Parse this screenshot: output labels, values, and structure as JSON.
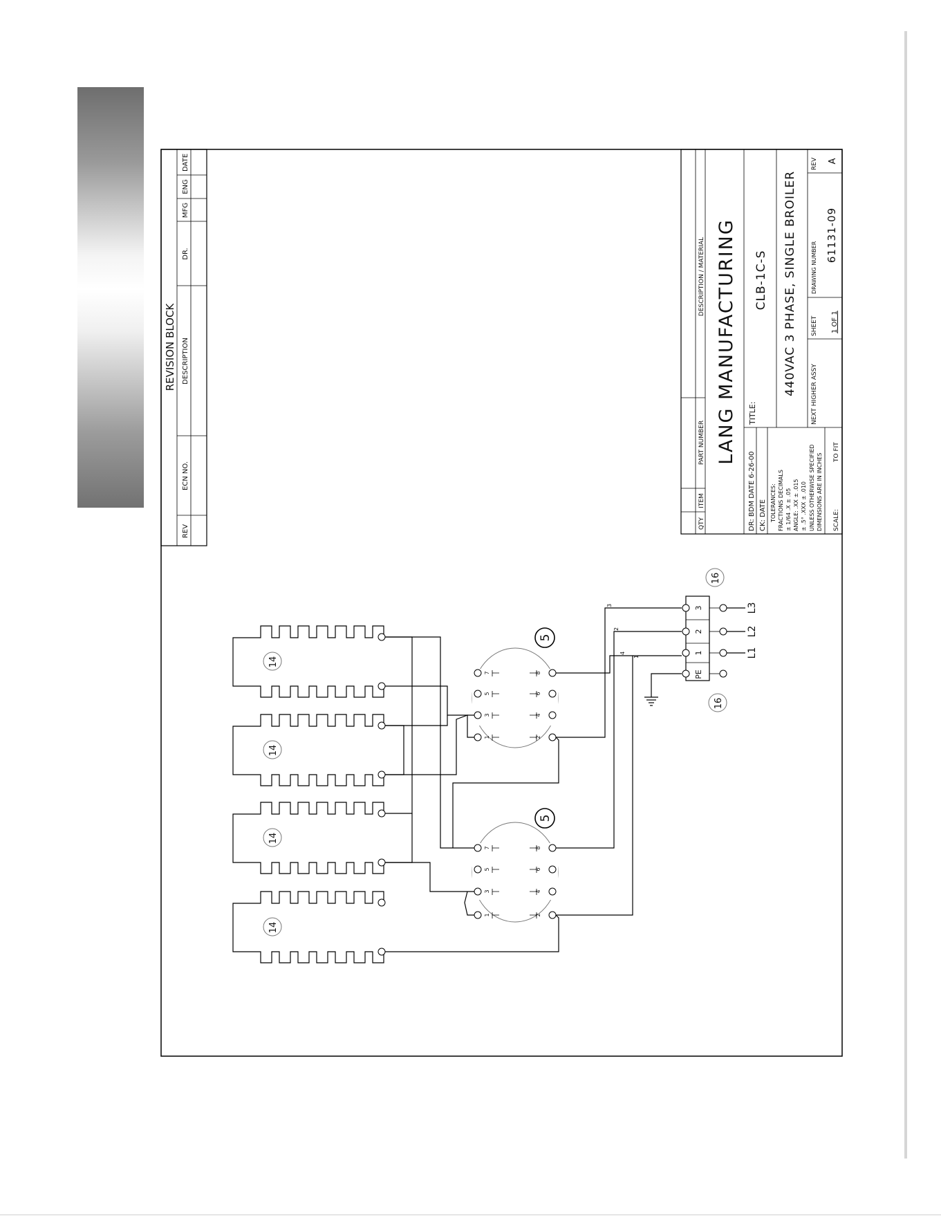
{
  "revision_block": {
    "title": "REVISION BLOCK",
    "headers": [
      "REV",
      "ECN NO.",
      "DESCRIPTION",
      "DR.",
      "MFG",
      "ENG",
      "DATE"
    ]
  },
  "parts_block": {
    "headers": [
      "QTY",
      "ITEM",
      "PART NUMBER",
      "DESCRIPTION / MATERIAL"
    ]
  },
  "title_block": {
    "company": "LANG MANUFACTURING",
    "dr_line": "DR: BDM DATE 6-26-00",
    "ck_line": "CK: DATE",
    "title_label": "TITLE:",
    "model": "CLB-1C-S",
    "description": "440VAC 3 PHASE, SINGLE BROILER",
    "tolerances": [
      "TOLERANCES:",
      "FRACTIONS    DECIMALS",
      "± 1/64        .X  ± .05",
      "ANGLE:        .XX  ± .015",
      "± .5°        .XXX ± .010",
      "UNLESS OTHERWISE SPECIFIED",
      "DIMENSIONS ARE IN INCHES"
    ],
    "next_higher_assy_label": "NEXT HIGHER ASSY",
    "sheet_label": "SHEET",
    "sheet_value": "1 OF 1",
    "drawing_number_label": "DRAWING NUMBER",
    "drawing_number": "61131-09",
    "rev_label": "REV",
    "rev": "A",
    "scale_label": "SCALE:",
    "scale_value": "TO FIT"
  },
  "schematic": {
    "element_label": "14",
    "switch_label": "5",
    "terminal_label": "16",
    "switch_pins_left": [
      "7",
      "5",
      "3",
      "1"
    ],
    "switch_pins_right": [
      "8",
      "6",
      "4",
      "2"
    ],
    "terminal_numbers": [
      "3",
      "2",
      "1",
      "PE"
    ],
    "line_labels": [
      "L3",
      "L2",
      "L1"
    ],
    "wire_labels": [
      "3",
      "2",
      "4",
      "1"
    ]
  }
}
